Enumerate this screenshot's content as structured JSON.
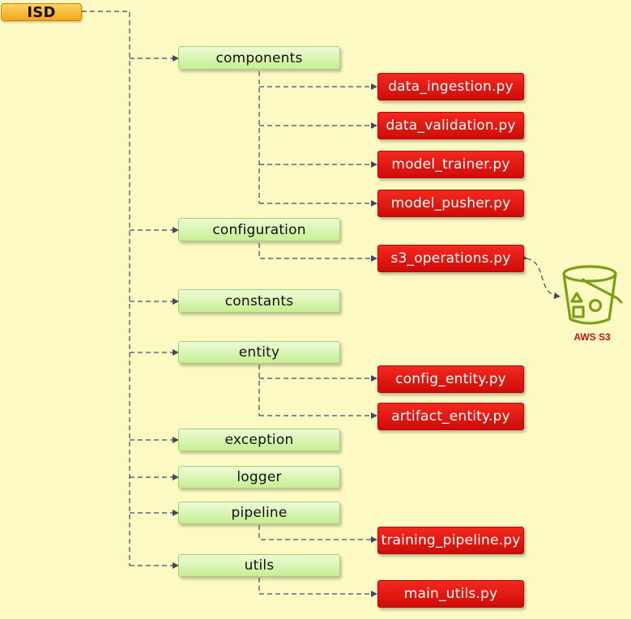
{
  "root": "ISD",
  "folders": {
    "components": "components",
    "configuration": "configuration",
    "constants": "constants",
    "entity": "entity",
    "exception": "exception",
    "logger": "logger",
    "pipeline": "pipeline",
    "utils": "utils"
  },
  "files": {
    "data_ingestion": "data_ingestion.py",
    "data_validation": "data_validation.py",
    "model_trainer": "model_trainer.py",
    "model_pusher": "model_pusher.py",
    "s3_operations": "s3_operations.py",
    "config_entity": "config_entity.py",
    "artifact_entity": "artifact_entity.py",
    "training_pipeline": "training_pipeline.py",
    "main_utils": "main_utils.py"
  },
  "aws": {
    "label": "AWS S3",
    "icon": "aws-s3-bucket-icon"
  },
  "colors": {
    "background": "#fcf9c2",
    "root": "#f4a41a",
    "folder": "#c7ee92",
    "file": "#e0150f",
    "connector": "#3a4a62",
    "aws": "#7aa116"
  }
}
